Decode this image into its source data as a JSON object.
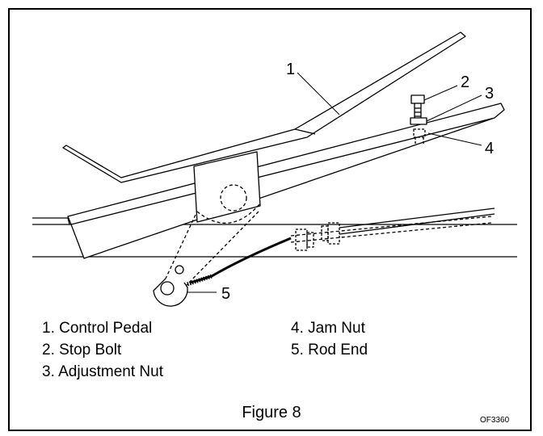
{
  "callouts": [
    "1",
    "2",
    "3",
    "4",
    "5"
  ],
  "legend": {
    "left": [
      "1. Control Pedal",
      "2. Stop Bolt",
      "3. Adjustment Nut"
    ],
    "right": [
      "4. Jam Nut",
      "5. Rod End"
    ]
  },
  "figure": {
    "caption": "Figure 8",
    "code": "OF3360"
  }
}
